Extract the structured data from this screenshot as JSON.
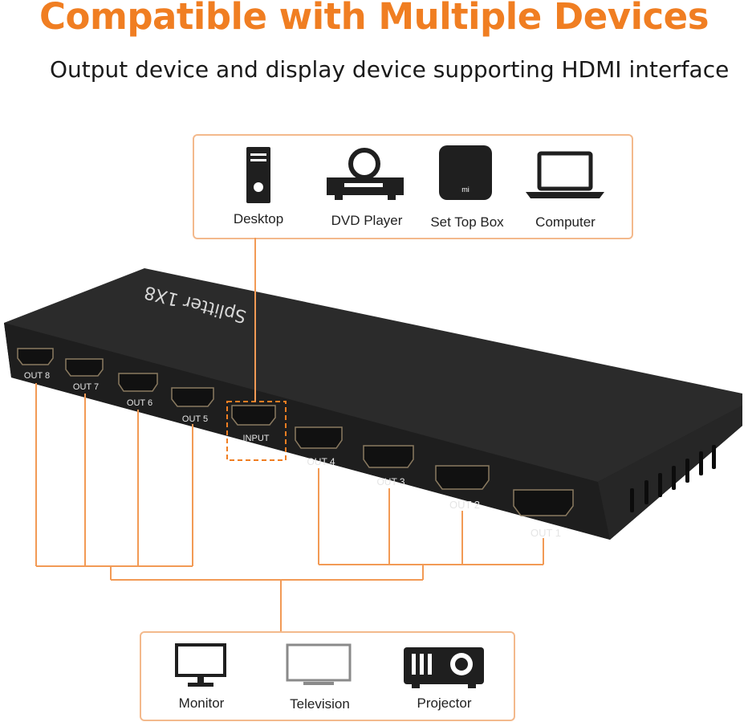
{
  "header": {
    "title": "Compatible with Multiple Devices",
    "subtitle": "Output device and display device supporting HDMI interface"
  },
  "source_devices": [
    {
      "label": "Desktop",
      "icon": "desktop-tower-icon"
    },
    {
      "label": "DVD Player",
      "icon": "dvd-player-icon"
    },
    {
      "label": "Set Top Box",
      "icon": "set-top-box-icon"
    },
    {
      "label": "Computer",
      "icon": "laptop-icon"
    }
  ],
  "splitter": {
    "name": "Splitter 1X8",
    "ports": [
      "OUT 8",
      "OUT 7",
      "OUT 6",
      "OUT 5",
      "INPUT",
      "OUT 4",
      "OUT 3",
      "OUT 2",
      "OUT 1"
    ]
  },
  "display_devices": [
    {
      "label": "Monitor",
      "icon": "monitor-icon"
    },
    {
      "label": "Television",
      "icon": "television-icon"
    },
    {
      "label": "Projector",
      "icon": "projector-icon"
    }
  ],
  "colors": {
    "accent": "#f07e22",
    "box_border": "#f3b98c",
    "device_body": "#2b2b2b"
  }
}
